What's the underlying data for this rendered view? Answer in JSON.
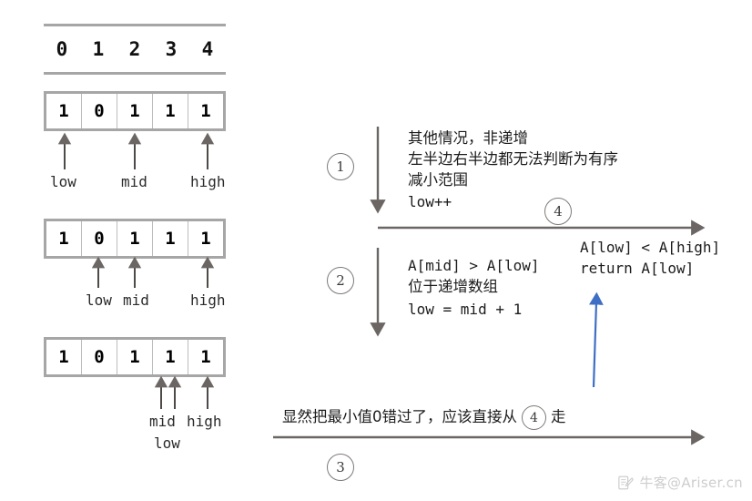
{
  "diagram": {
    "title": "Binary search on rotated sorted array trace",
    "indices": {
      "name": "index-row",
      "values": [
        "0",
        "1",
        "2",
        "3",
        "4"
      ]
    },
    "arrays": [
      {
        "name": "array-step-1",
        "values": [
          "1",
          "0",
          "1",
          "1",
          "1"
        ],
        "pointers": [
          {
            "label": "low",
            "index": 0
          },
          {
            "label": "mid",
            "index": 2
          },
          {
            "label": "high",
            "index": 4
          }
        ]
      },
      {
        "name": "array-step-2",
        "values": [
          "1",
          "0",
          "1",
          "1",
          "1"
        ],
        "pointers": [
          {
            "label": "low",
            "index": 1
          },
          {
            "label": "mid",
            "index": 2
          },
          {
            "label": "high",
            "index": 4
          }
        ]
      },
      {
        "name": "array-step-3",
        "values": [
          "1",
          "0",
          "1",
          "1",
          "1"
        ],
        "pointers": [
          {
            "label": "mid",
            "index": 3
          },
          {
            "label": "low",
            "index": 3
          },
          {
            "label": "high",
            "index": 4
          }
        ]
      }
    ],
    "steps": {
      "one": {
        "marker": "1",
        "line1": "其他情况，非递增",
        "line2": "左半边右半边都无法判断为有序",
        "line3": "减小范围",
        "line4": "low++"
      },
      "two": {
        "marker": "2",
        "line1": "A[mid] > A[low]",
        "line2": "位于递增数组",
        "line3": "low = mid + 1"
      },
      "three": {
        "marker": "3",
        "text_before": "显然把最小值0错过了，应该直接从",
        "inline_marker": "4",
        "text_after": "走"
      },
      "four": {
        "marker": "4",
        "line1": "A[low] < A[high]",
        "line2": "return A[low]"
      }
    },
    "colors": {
      "array_border": "#a6a6a6",
      "cell_divider": "#bdbdbd",
      "arrow_gray": "#6b6663",
      "arrow_blue": "#3f6fc4",
      "circle_stroke": "#7d7a78",
      "text": "#1c1c1c"
    },
    "watermark": {
      "name": "watermark",
      "text": "牛客@Ariser.cn"
    }
  }
}
